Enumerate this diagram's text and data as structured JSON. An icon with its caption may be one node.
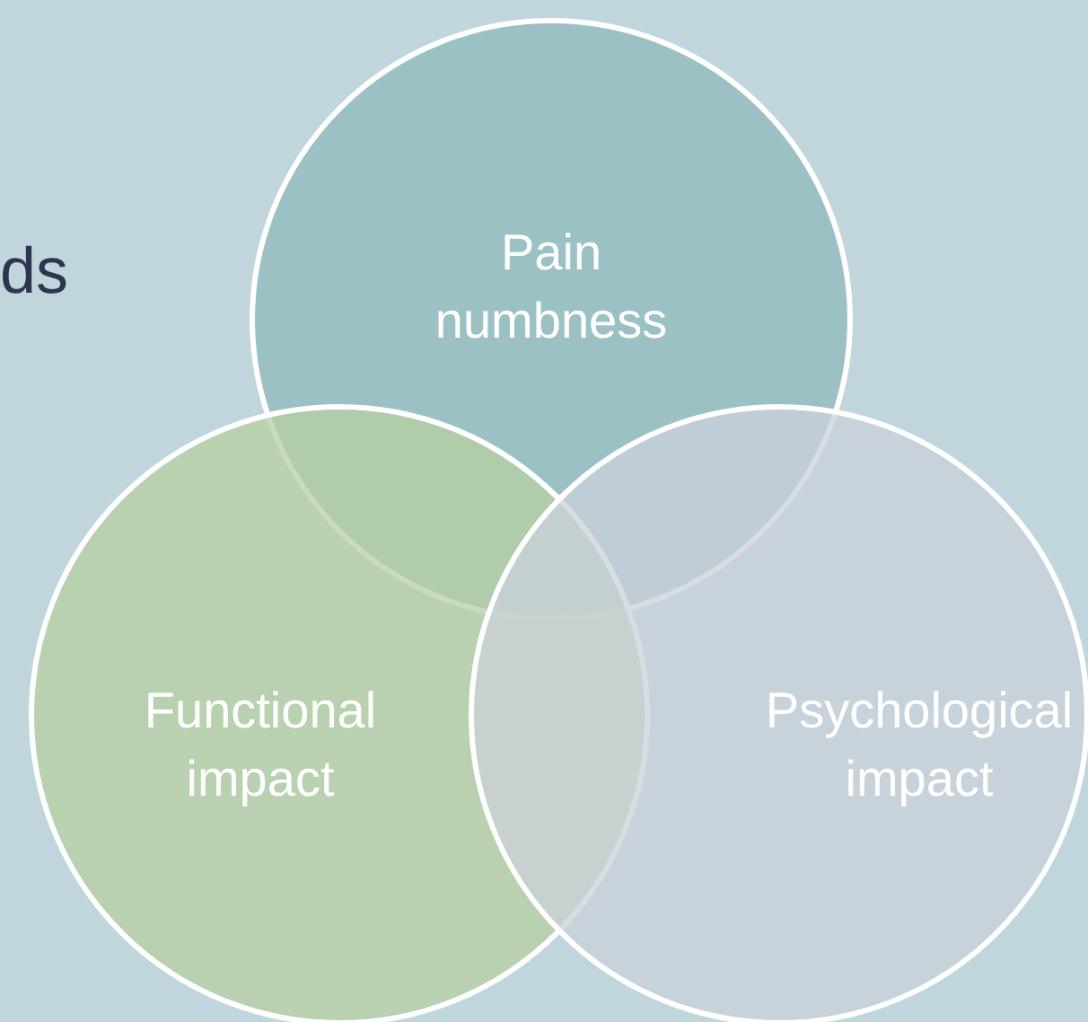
{
  "diagram": {
    "nodes": [
      {
        "text": [
          "Pain numbness"
        ]
      },
      {
        "text": [
          "Functional impact"
        ]
      },
      {
        "text": [
          "Psychological impact"
        ]
      }
    ],
    "labels": [
      "ds"
    ]
  }
}
